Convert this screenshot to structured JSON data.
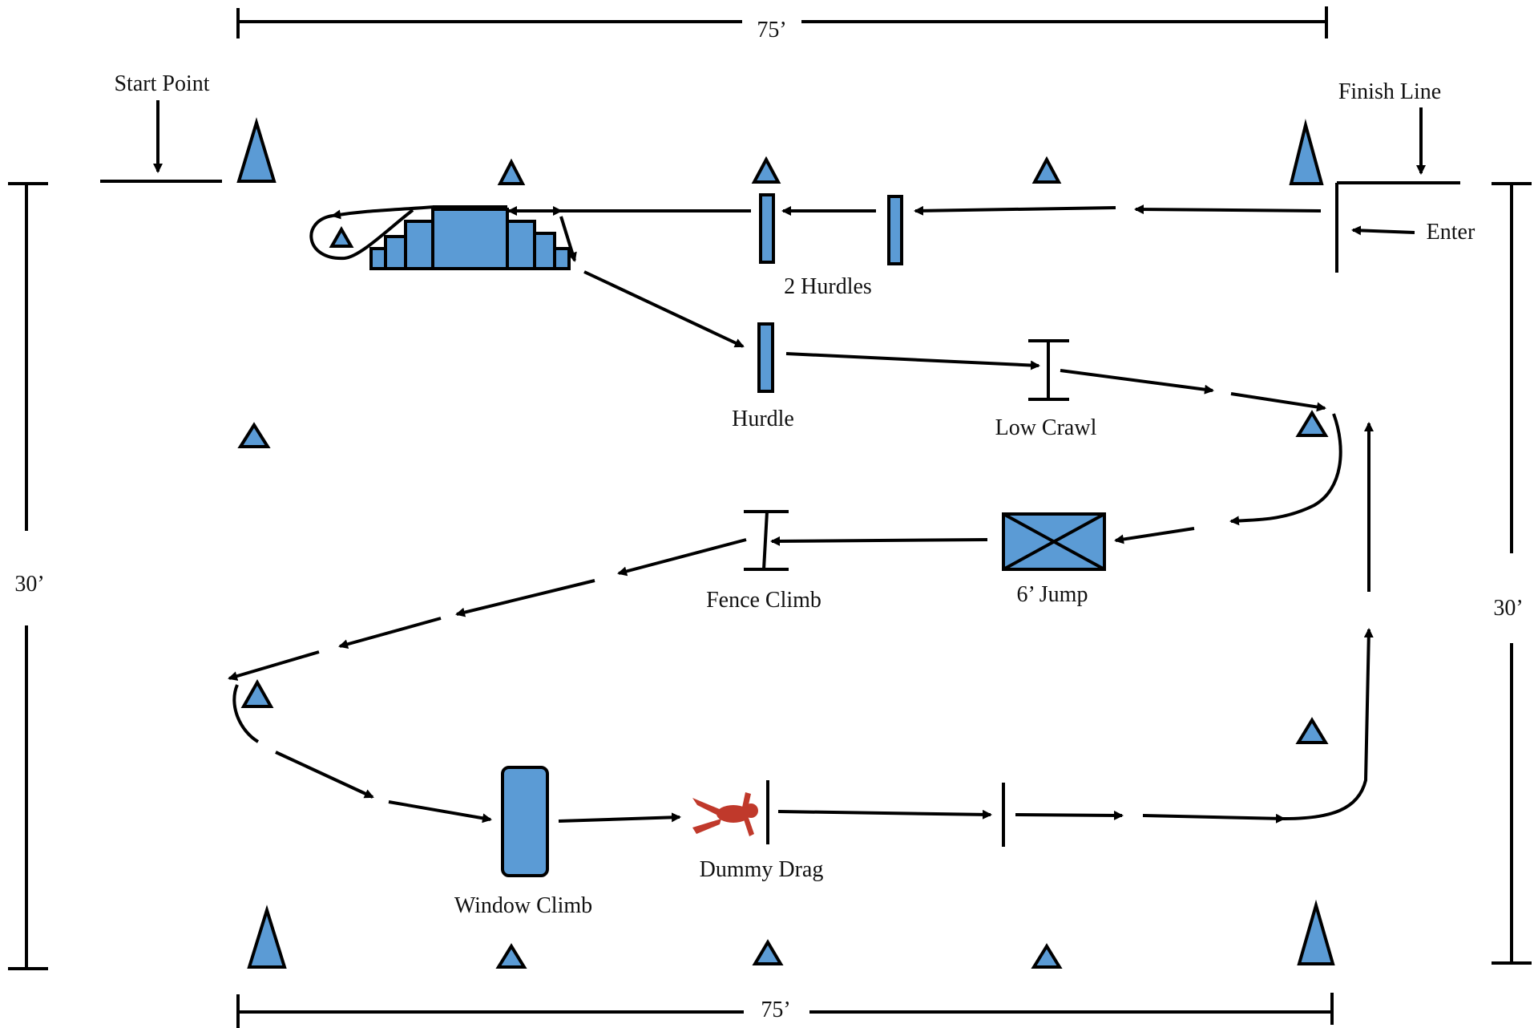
{
  "dimensions": {
    "top_width": "75’",
    "bottom_width": "75’",
    "left_height": "30’",
    "right_height": "30’"
  },
  "labels": {
    "start_point": "Start Point",
    "finish_line": "Finish Line",
    "enter": "Enter",
    "two_hurdles": "2 Hurdles",
    "hurdle": "Hurdle",
    "low_crawl": "Low Crawl",
    "fence_climb": "Fence Climb",
    "six_foot_jump": "6’ Jump",
    "window_climb": "Window Climb",
    "dummy_drag": "Dummy Drag"
  },
  "colors": {
    "obstacle_fill": "#5b9bd5",
    "outline": "#000000",
    "dummy": "#c0392b"
  }
}
